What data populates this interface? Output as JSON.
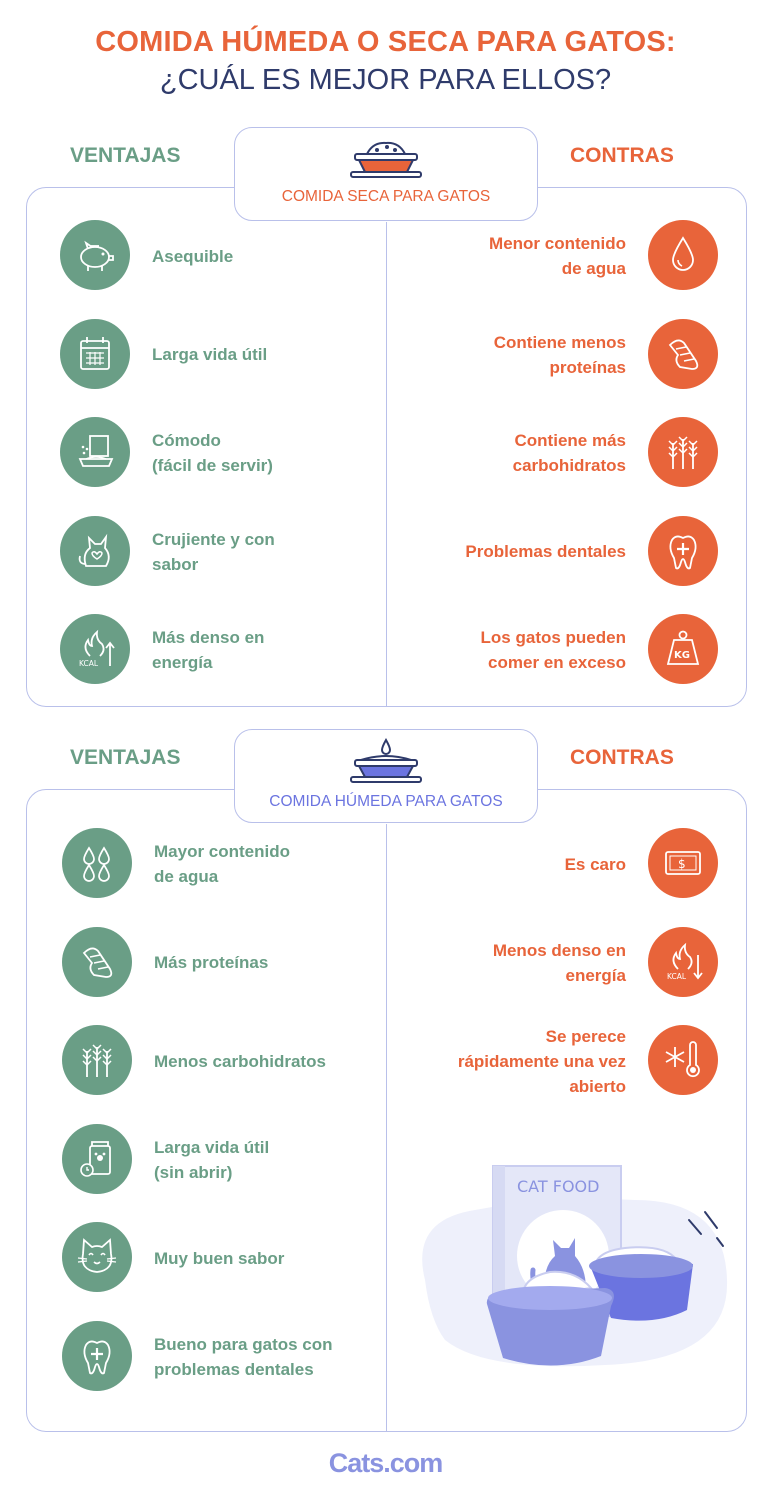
{
  "header": {
    "title_line1": "COMIDA HÚMEDA O SECA PARA GATOS:",
    "title_line2": "¿CUÁL ES MEJOR PARA ELLOS?"
  },
  "colors": {
    "green": "#6a9e86",
    "orange": "#e8643a",
    "lavender": "#8a93e0",
    "navy": "#2f3b6b"
  },
  "dry": {
    "pros_label": "VENTAJAS",
    "cons_label": "CONTRAS",
    "section_label": "COMIDA SECA PARA GATOS",
    "pros": [
      {
        "text": "Asequible",
        "icon": "piggy-bank-icon"
      },
      {
        "text": "Larga vida útil",
        "icon": "calendar-icon"
      },
      {
        "text": "Cómodo\n(fácil de servir)",
        "icon": "pouring-bag-icon"
      },
      {
        "text": "Crujiente y con\nsabor",
        "icon": "cat-heart-icon"
      },
      {
        "text": "Más denso en\nenergía",
        "icon": "kcal-up-icon"
      }
    ],
    "cons": [
      {
        "text": "Menor contenido\nde agua",
        "icon": "water-drop-icon"
      },
      {
        "text": "Contiene menos\nproteínas",
        "icon": "meat-icon"
      },
      {
        "text": "Contiene más\ncarbohidratos",
        "icon": "wheat-icon"
      },
      {
        "text": "Problemas dentales",
        "icon": "tooth-icon"
      },
      {
        "text": "Los gatos pueden\ncomer en exceso",
        "icon": "kg-weight-icon"
      }
    ]
  },
  "wet": {
    "pros_label": "VENTAJAS",
    "cons_label": "CONTRAS",
    "section_label": "COMIDA HÚMEDA PARA GATOS",
    "pros": [
      {
        "text": "Mayor contenido\nde agua",
        "icon": "water-drops-icon"
      },
      {
        "text": "Más proteínas",
        "icon": "meat-icon"
      },
      {
        "text": "Menos carbohidratos",
        "icon": "wheat-icon"
      },
      {
        "text": "Larga vida útil\n(sin abrir)",
        "icon": "food-bag-clock-icon"
      },
      {
        "text": "Muy buen sabor",
        "icon": "happy-cat-icon"
      },
      {
        "text": "Bueno para gatos con\nproblemas dentales",
        "icon": "tooth-icon"
      }
    ],
    "cons": [
      {
        "text": "Es caro",
        "icon": "dollar-bill-icon"
      },
      {
        "text": "Menos denso en\nenergía",
        "icon": "kcal-down-icon"
      },
      {
        "text": "Se perece\nrápidamente una vez\nabierto",
        "icon": "thermometer-snow-icon"
      }
    ]
  },
  "illustration": {
    "bag_label": "CAT FOOD"
  },
  "footer": {
    "logo": "Cats.com"
  }
}
